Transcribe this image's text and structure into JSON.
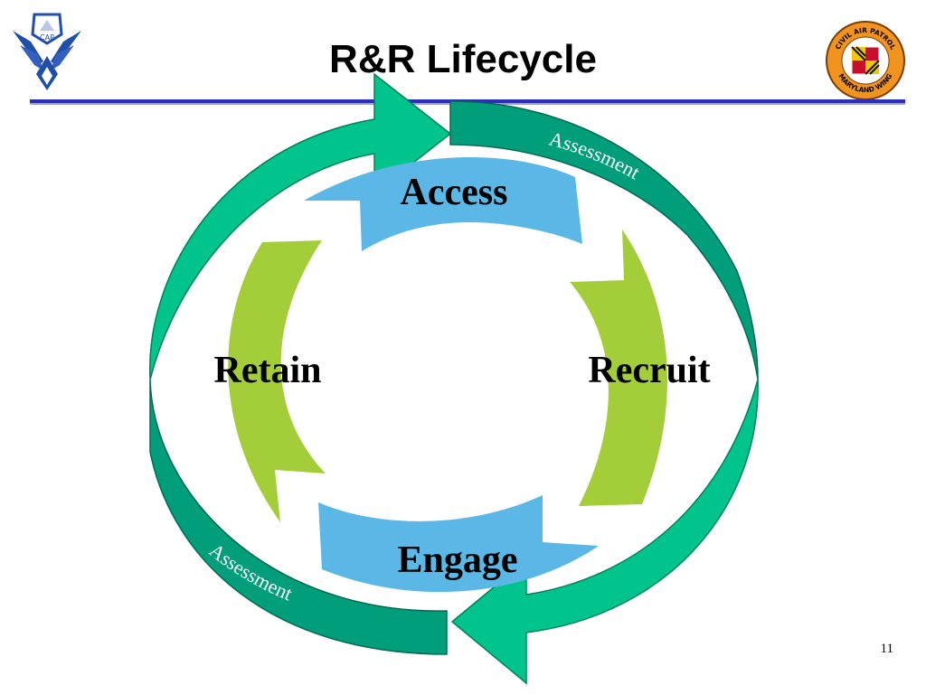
{
  "slide": {
    "title": "R&R Lifecycle",
    "page_number": "11"
  },
  "cycle": {
    "access": "Access",
    "recruit": "Recruit",
    "engage": "Engage",
    "retain": "Retain",
    "assessment_upper": "Assessment",
    "assessment_lower": "Assessment"
  },
  "logos": {
    "left_text": "CAP",
    "right_text_top": "CIVIL AIR PATROL",
    "right_text_bottom": "MARYLAND WING"
  },
  "colors": {
    "title_rule": "#2b2dbd",
    "access_engage": "#5bb7e6",
    "recruit_retain": "#a3cd39",
    "assessment_band": "#009e7a",
    "cycle_arrow": "#00c48c",
    "logo_left_blue": "#1f4fa8",
    "logo_right_orange": "#f0931f"
  }
}
